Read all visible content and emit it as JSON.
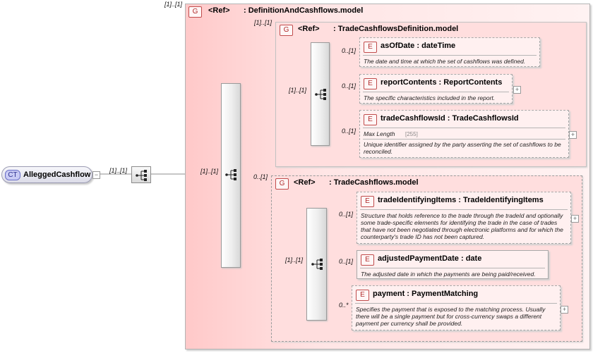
{
  "root": {
    "badge": "CT",
    "name": "AlleggedCashflow"
  },
  "root_mult": "[1]..[1]",
  "outer_group": {
    "badge": "G",
    "ref": "<Ref>",
    "name": ": DefinitionAndCashflows.model",
    "mult": "[1]..[1]"
  },
  "outer_seq_mult": "[1]..[1]",
  "def_group": {
    "badge": "G",
    "ref": "<Ref>",
    "name": ": TradeCashflowsDefinition.model",
    "mult": "[1]..[1]",
    "seq_mult": "[1]..[1]",
    "elements": [
      {
        "badge": "E",
        "title": "asOfDate : dateTime",
        "mult": "0..[1]",
        "doc": "The date and time at which the set of cashflows was defined."
      },
      {
        "badge": "E",
        "title": "reportContents : ReportContents",
        "mult": "0..[1]",
        "doc": "The specific characteristics included in the report."
      },
      {
        "badge": "E",
        "title": "tradeCashflowsId : TradeCashflowsId",
        "mult": "0..[1]",
        "facet_label": "Max Length",
        "facet_value": "[255]",
        "doc": "Unique identifier assigned by the party asserting the set of cashflows to be reconciled."
      }
    ]
  },
  "cf_group": {
    "badge": "G",
    "ref": "<Ref>",
    "name": ": TradeCashflows.model",
    "mult": "0..[1]",
    "seq_mult": "[1]..[1]",
    "elements": [
      {
        "badge": "E",
        "title": "tradeIdentifyingItems : TradeIdentifyingItems",
        "mult": "0..[1]",
        "doc": "Structure that holds reference to the trade through the tradeId and optionally some trade-specific elements for identifying the trade in the case of trades that have not been negotiated through electronic platforms and for which the counterparty's trade ID has not been captured."
      },
      {
        "badge": "E",
        "title": "adjustedPaymentDate : date",
        "mult": "0..[1]",
        "doc": "The adjusted date in which the payments are being paid/received."
      },
      {
        "badge": "E",
        "title": "payment : PaymentMatching",
        "mult": "0..*",
        "doc": "Specifies the payment that is exposed to the matching process. Usually there will be a single payment but for cross-currency swaps a different payment per currency shall be provided."
      }
    ]
  }
}
